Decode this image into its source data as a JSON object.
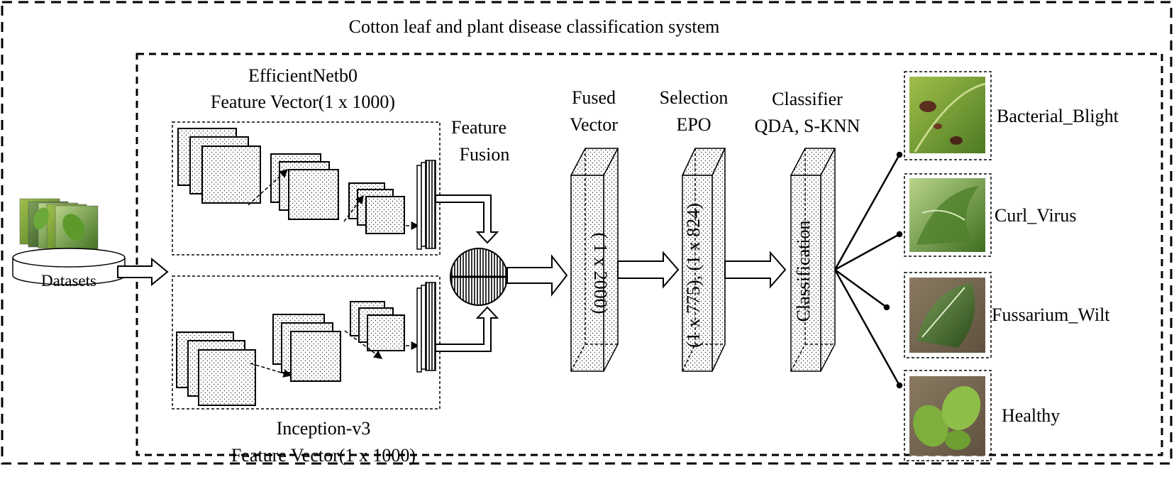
{
  "title": "Cotton leaf and plant disease classification system",
  "datasets": {
    "label": "Datasets"
  },
  "efficientnet": {
    "name": "EfficientNetb0",
    "vector": "Feature Vector(1 x 1000)"
  },
  "inception": {
    "name": "Inception-v3",
    "vector": "Feature Vector(1 x 1000)"
  },
  "fusion": {
    "line1": "Feature",
    "line2": "Fusion"
  },
  "fused": {
    "line1": "Fused",
    "line2": "Vector",
    "size": "( 1 x 2000)"
  },
  "selection": {
    "line1": "Selection",
    "line2": "EPO",
    "size": "(1 x 775), (1 x 824)"
  },
  "classifier": {
    "line1": "Classifier",
    "line2": "QDA, S-KNN",
    "label": "Classification"
  },
  "classes": [
    "Bacterial_Blight",
    "Curl_Virus",
    "Fussarium_Wilt",
    "Healthy"
  ],
  "colors": {
    "stroke": "#000000",
    "background": "#ffffff",
    "leaf_green": "#5f8f2c"
  }
}
